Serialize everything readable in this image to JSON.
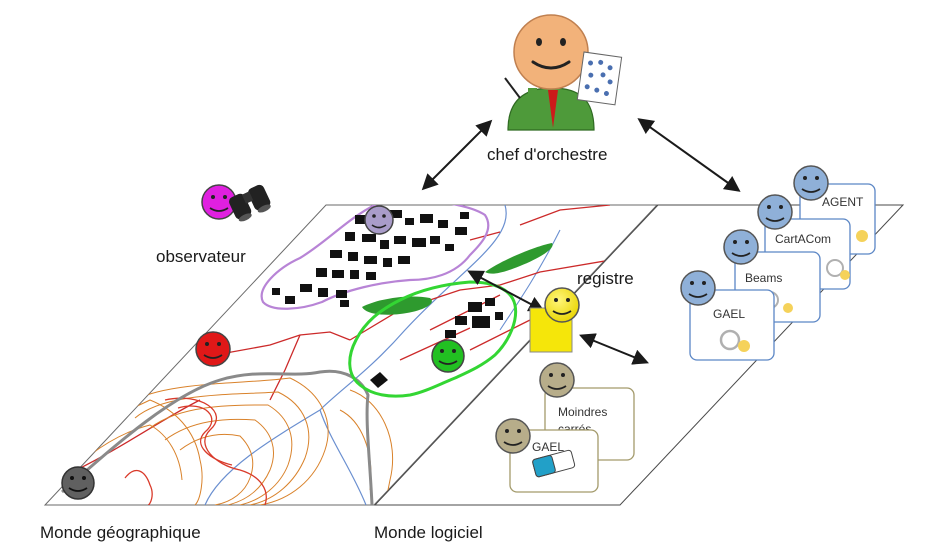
{
  "labels": {
    "conductor": "chef d'orchestre",
    "observer": "observateur",
    "registry": "registre",
    "geo_world": "Monde géographique",
    "software_world": "Monde logiciel"
  },
  "software_cards": [
    "AGENT",
    "CartACom",
    "Beams",
    "GAEL"
  ],
  "generalisation_cards": [
    "Moindres carrés",
    "GAEL"
  ],
  "colors": {
    "observer_agent": "#e020e0",
    "town_agent": "#a99cc9",
    "road_agent": "#e01818",
    "building_group_agent": "#22c022",
    "relief_agent": "#606060",
    "registry_agent": "#f5e60a",
    "software_agent": "#8fb0d8",
    "generalisation_agent": "#b7ad8a",
    "conductor_face": "#f2b27a",
    "conductor_jacket": "#4e9a3a",
    "town_boundary": "#b884d6",
    "group_boundary": "#33d633",
    "road": "#cc2a2a",
    "contour": "#d9822b",
    "software_card_border": "#5b86c5",
    "generalisation_card_border": "#a39a6b"
  },
  "icons": {
    "observer_tool": "binoculars-icon",
    "generalisation_tool": "eraser-icon",
    "software_card_badge": "gear-icon"
  }
}
